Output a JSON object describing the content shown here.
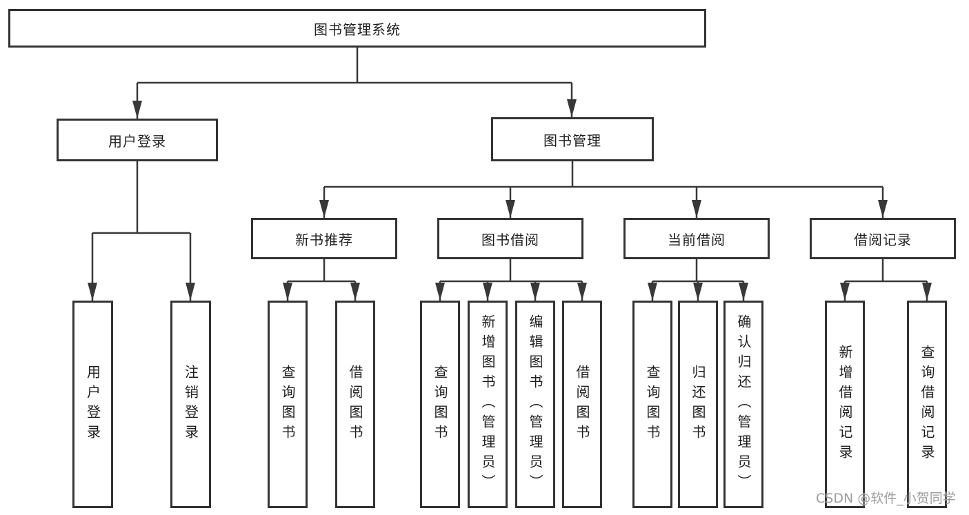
{
  "nodes": {
    "root": "图书管理系统",
    "user_login": "用户登录",
    "book_mgmt": "图书管理",
    "new_book_rec": "新书推荐",
    "book_borrow": "图书借阅",
    "current_borrow": "当前借阅",
    "borrow_record": "借阅记录",
    "ul_user_login": "用户登录",
    "ul_logout": "注销登录",
    "nbr_query_book": "查询图书",
    "nbr_borrow_book": "借阅图书",
    "bb_query_book": "查询图书",
    "bb_add_book": "新增图书（管理员）",
    "bb_edit_book": "编辑图书（管理员）",
    "bb_borrow_book": "借阅图书",
    "cb_query_book": "查询图书",
    "cb_return_book": "归还图书",
    "cb_confirm_return": "确认归还（管理员）",
    "br_add_record": "新增借阅记录",
    "br_query_record": "查询借阅记录"
  },
  "tree": {
    "图书管理系统": {
      "用户登录": [
        "用户登录",
        "注销登录"
      ],
      "图书管理": {
        "新书推荐": [
          "查询图书",
          "借阅图书"
        ],
        "图书借阅": [
          "查询图书",
          "新增图书（管理员）",
          "编辑图书（管理员）",
          "借阅图书"
        ],
        "当前借阅": [
          "查询图书",
          "归还图书",
          "确认归还（管理员）"
        ],
        "借阅记录": [
          "新增借阅记录",
          "查询借阅记录"
        ]
      }
    }
  },
  "watermark": "CSDN @软件_小贺同学",
  "colors": {
    "line": "#383838",
    "box_border": "#333333",
    "text": "#1f1f1f",
    "watermark": "#949494",
    "background": "#ffffff"
  }
}
